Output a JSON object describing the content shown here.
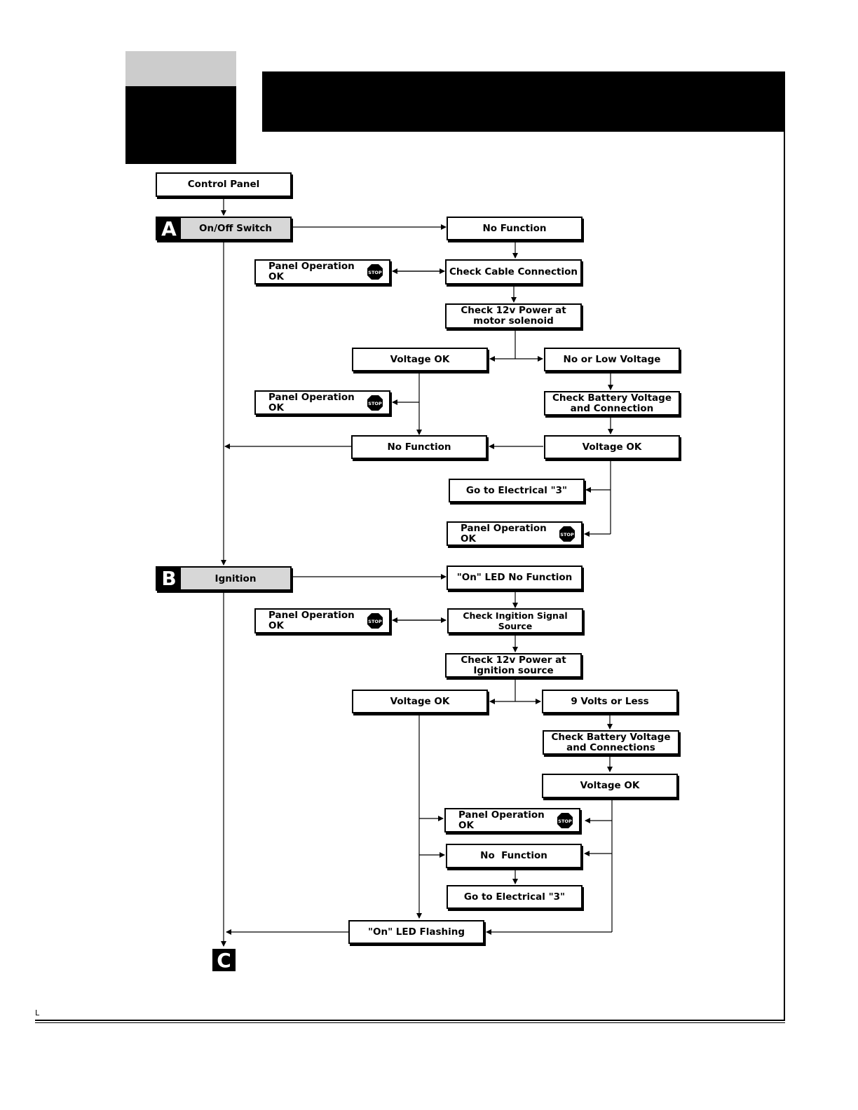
{
  "flow": {
    "control_panel": "Control Panel",
    "step_a": {
      "letter": "A",
      "label": "On/Off Switch"
    },
    "step_b": {
      "letter": "B",
      "label": "Ignition"
    },
    "step_c": {
      "letter": "C"
    },
    "a_no_function": "No Function",
    "a_check_cable": "Check Cable Connection",
    "a_panel_ok_1": "Panel Operation OK",
    "a_check_12v": "Check 12v Power at\nmotor solenoid",
    "a_voltage_ok": "Voltage OK",
    "a_no_low_voltage": "No or Low Voltage",
    "a_panel_ok_2": "Panel Operation OK",
    "a_check_battery": "Check Battery Voltage\nand Connection",
    "a_no_function_2": "No Function",
    "a_voltage_ok_2": "Voltage OK",
    "a_go_electrical": "Go to Electrical \"3\"",
    "a_panel_ok_3": "Panel Operation OK",
    "b_on_led_no_function": "\"On\" LED No Function",
    "b_panel_ok_1": "Panel Operation OK",
    "b_check_ignition": "Check Ingition Signal Source",
    "b_check_12v": "Check 12v Power at\nIgnition source",
    "b_voltage_ok": "Voltage OK",
    "b_nine_volts": "9 Volts or Less",
    "b_check_battery": "Check Battery Voltage\nand Connections",
    "b_voltage_ok_2": "Voltage OK",
    "b_panel_ok_2": "Panel Operation OK",
    "b_no_function": "No  Function",
    "b_go_electrical": "Go to Electrical \"3\"",
    "b_on_led_flashing": "\"On\" LED Flashing",
    "stop_sign": "STOP"
  },
  "footer": {
    "mark": "L"
  },
  "colors": {
    "header_gray": "#cccccc",
    "header_black": "#000000",
    "step_gray": "#d7d7d7",
    "stop_red": "#000000"
  }
}
